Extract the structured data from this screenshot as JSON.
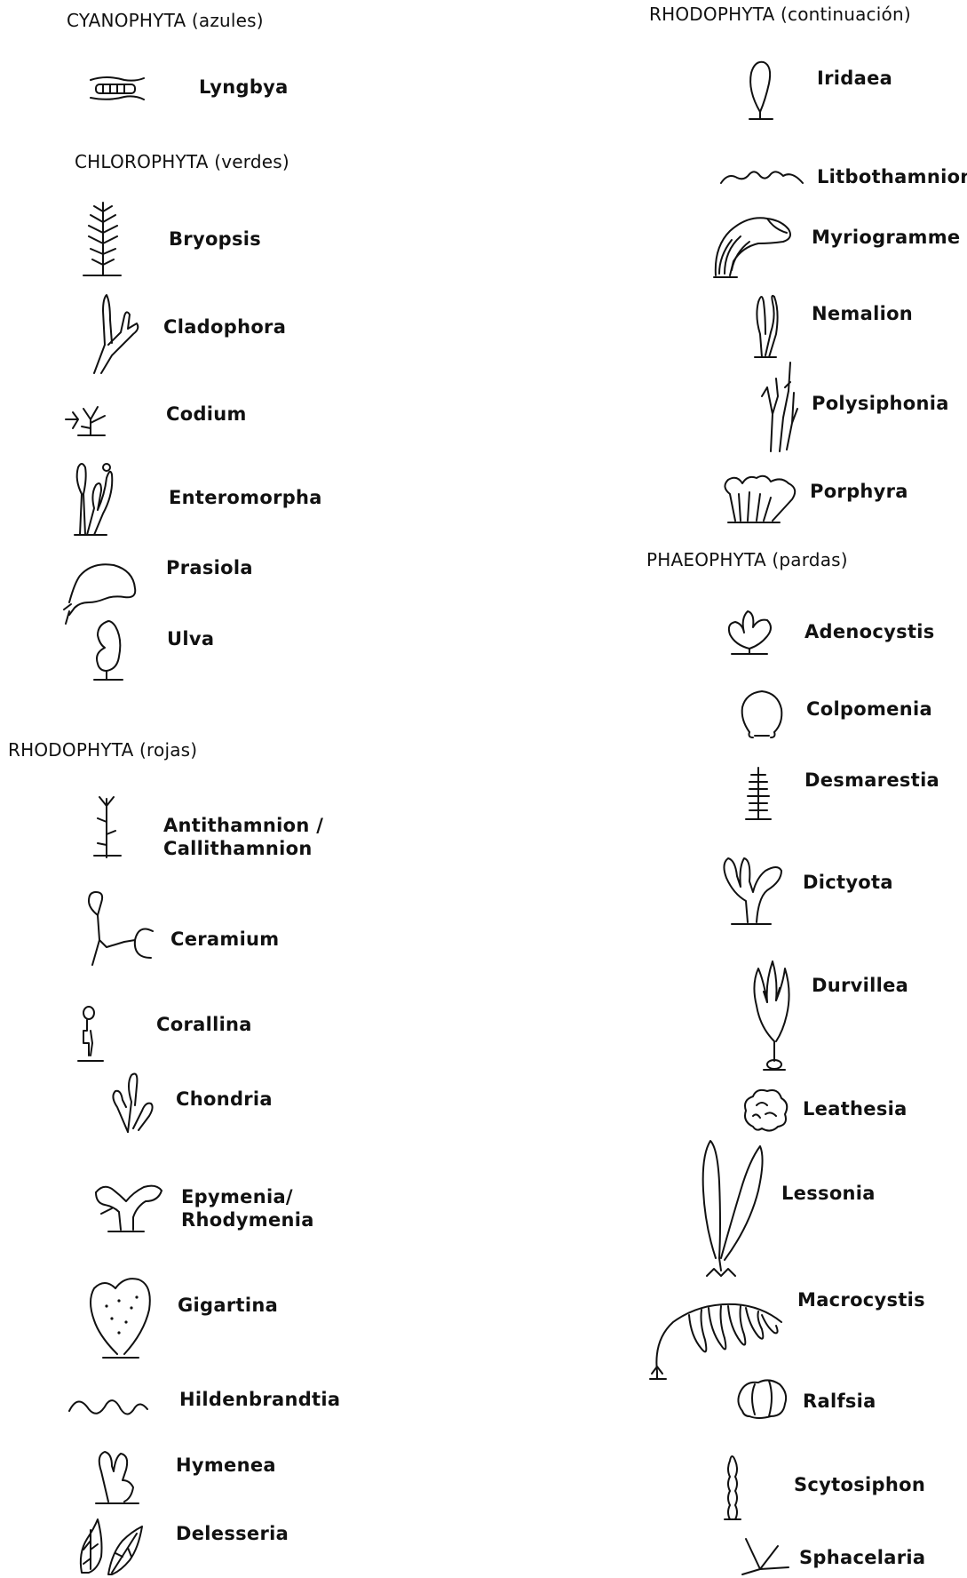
{
  "headers": {
    "cyanophyta": "CYANOPHYTA (azules)",
    "chlorophyta": "CHLOROPHYTA (verdes)",
    "rhodophyta": "RHODOPHYTA (rojas)",
    "rhodophyta_cont": "RHODOPHYTA (continuación)",
    "phaeophyta": "PHAEOPHYTA (pardas)"
  },
  "cyanophyta": [
    {
      "label": "Lyngbya",
      "icon": "lyngbya-icon"
    }
  ],
  "chlorophyta": [
    {
      "label": "Bryopsis",
      "icon": "bryopsis-icon"
    },
    {
      "label": "Cladophora",
      "icon": "cladophora-icon"
    },
    {
      "label": "Codium",
      "icon": "codium-icon"
    },
    {
      "label": "Enteromorpha",
      "icon": "enteromorpha-icon"
    },
    {
      "label": "Prasiola",
      "icon": "prasiola-icon"
    },
    {
      "label": "Ulva",
      "icon": "ulva-icon"
    }
  ],
  "rhodophyta": [
    {
      "line1": "Antithamnion /",
      "line2": "Callithamnion",
      "icon": "antithamnion-icon"
    },
    {
      "label": "Ceramium",
      "icon": "ceramium-icon"
    },
    {
      "label": "Corallina",
      "icon": "corallina-icon"
    },
    {
      "label": "Chondria",
      "icon": "chondria-icon"
    },
    {
      "line1": "Epymenia/",
      "line2": "Rhodymenia",
      "icon": "epymenia-icon"
    },
    {
      "label": "Gigartina",
      "icon": "gigartina-icon"
    },
    {
      "label": "Hildenbrandtia",
      "icon": "hildenbrandtia-icon"
    },
    {
      "label": "Hymenea",
      "icon": "hymenea-icon"
    },
    {
      "label": "Delesseria",
      "icon": "delesseria-icon"
    }
  ],
  "rhodophyta_cont": [
    {
      "label": "Iridaea",
      "icon": "iridaea-icon"
    },
    {
      "label": "Litbothamnion",
      "icon": "litbothamnion-icon"
    },
    {
      "label": "Myriogramme",
      "icon": "myriogramme-icon"
    },
    {
      "label": "Nemalion",
      "icon": "nemalion-icon"
    },
    {
      "label": "Polysiphonia",
      "icon": "polysiphonia-icon"
    },
    {
      "label": "Porphyra",
      "icon": "porphyra-icon"
    }
  ],
  "phaeophyta": [
    {
      "label": "Adenocystis",
      "icon": "adenocystis-icon"
    },
    {
      "label": "Colpomenia",
      "icon": "colpomenia-icon"
    },
    {
      "label": "Desmarestia",
      "icon": "desmarestia-icon"
    },
    {
      "label": "Dictyota",
      "icon": "dictyota-icon"
    },
    {
      "label": "Durvillea",
      "icon": "durvillea-icon"
    },
    {
      "label": "Leathesia",
      "icon": "leathesia-icon"
    },
    {
      "label": "Lessonia",
      "icon": "lessonia-icon"
    },
    {
      "label": "Macrocystis",
      "icon": "macrocystis-icon"
    },
    {
      "label": "Ralfsia",
      "icon": "ralfsia-icon"
    },
    {
      "label": "Scytosiphon",
      "icon": "scytosiphon-icon"
    },
    {
      "label": "Sphacelaria",
      "icon": "sphacelaria-icon"
    }
  ]
}
